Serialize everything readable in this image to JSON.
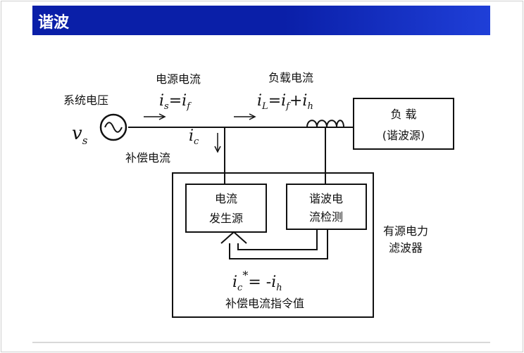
{
  "header": {
    "title": "谐波"
  },
  "diagram": {
    "source_current_label": "电源电流",
    "source_voltage_label": "系统电压",
    "source_symbol": "v",
    "source_symbol_sub": "s",
    "eq_source": {
      "lhs": "i",
      "lhs_sub": "s",
      "eq": "=",
      "rhs": "i",
      "rhs_sub": "f"
    },
    "load_current_label": "负载电流",
    "eq_load": {
      "lhs": "i",
      "lhs_sub": "L",
      "eq": "=",
      "a": "i",
      "a_sub": "f",
      "plus": "+",
      "b": "i",
      "b_sub": "h"
    },
    "comp_current_symbol": "i",
    "comp_current_sub": "c",
    "comp_current_label": "补偿电流",
    "load_box": {
      "line1": "负 载",
      "line2": "(谐波源)"
    },
    "gen_box": {
      "line1": "电流",
      "line2": "发生源"
    },
    "detect_box": {
      "line1": "谐波电",
      "line2": "流检测"
    },
    "apf_label": {
      "line1": "有源电力",
      "line2": "滤波器"
    },
    "ref_eq": {
      "lhs": "i",
      "lhs_sub": "c",
      "star": "*",
      "eq": "= -",
      "rhs": "i",
      "rhs_sub": "h"
    },
    "ref_label": "补偿电流指令值"
  },
  "colors": {
    "title_bg": "#0a1fa8",
    "title_text": "#ffffff"
  }
}
